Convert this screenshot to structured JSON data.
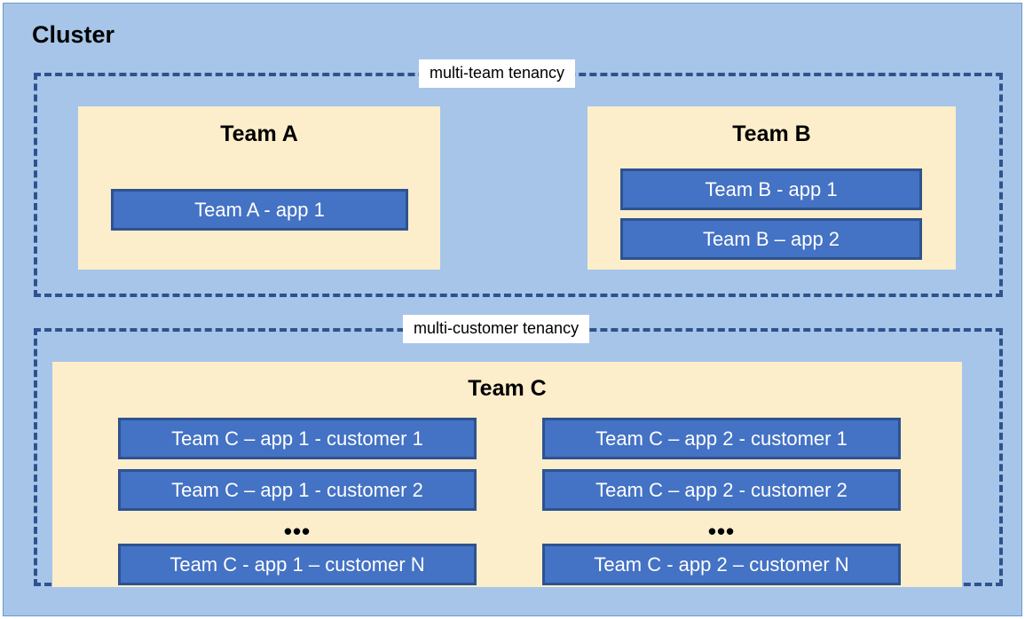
{
  "diagram": {
    "title": "Cluster",
    "colors": {
      "cluster_background": "#A7C5E8",
      "team_container": "#FCEECB",
      "app_fill": "#4472C4",
      "app_border": "#2F528F",
      "dashed_border": "#2F528F",
      "label_background": "#FFFFFF",
      "text_dark": "#000000",
      "text_light": "#FFFFFF"
    },
    "zones": [
      {
        "id": "multi-team",
        "label": "multi-team tenancy",
        "teams": [
          {
            "id": "team-a",
            "title": "Team A",
            "apps": [
              {
                "id": "team-a-app-1",
                "label": "Team A - app 1"
              }
            ]
          },
          {
            "id": "team-b",
            "title": "Team B",
            "apps": [
              {
                "id": "team-b-app-1",
                "label": "Team B - app 1"
              },
              {
                "id": "team-b-app-2",
                "label": "Team B – app 2"
              }
            ]
          }
        ]
      },
      {
        "id": "multi-customer",
        "label": "multi-customer tenancy",
        "teams": [
          {
            "id": "team-c",
            "title": "Team C",
            "columns": [
              {
                "id": "team-c-app-1",
                "ellipsis": "•••",
                "apps": [
                  {
                    "id": "team-c-app1-c1",
                    "label": "Team C – app 1 - customer 1"
                  },
                  {
                    "id": "team-c-app1-c2",
                    "label": "Team C – app 1 - customer 2"
                  },
                  {
                    "id": "team-c-app1-cn",
                    "label": "Team C - app 1 – customer N"
                  }
                ]
              },
              {
                "id": "team-c-app-2",
                "ellipsis": "•••",
                "apps": [
                  {
                    "id": "team-c-app2-c1",
                    "label": "Team C – app 2 - customer 1"
                  },
                  {
                    "id": "team-c-app2-c2",
                    "label": "Team C – app 2 - customer 2"
                  },
                  {
                    "id": "team-c-app2-cn",
                    "label": "Team C - app 2 – customer N"
                  }
                ]
              }
            ]
          }
        ]
      }
    ]
  }
}
